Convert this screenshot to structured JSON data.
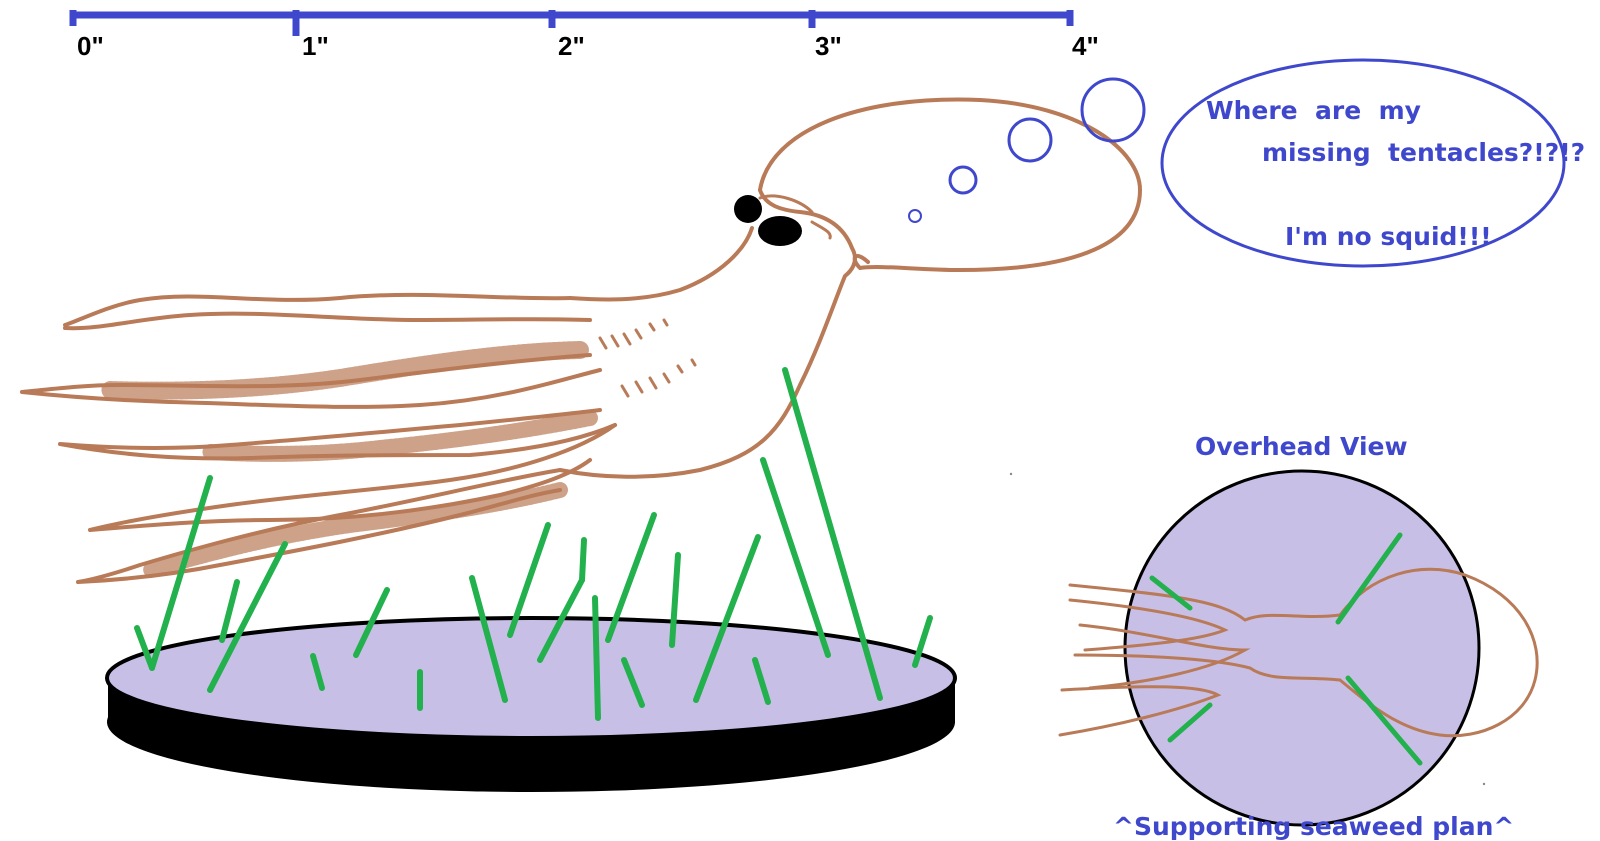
{
  "ruler": {
    "labels": [
      "0\"",
      "1\"",
      "2\"",
      "3\"",
      "4\""
    ],
    "color": "#3f48cc"
  },
  "thought_bubble": {
    "line1": "Where  are  my",
    "line2": "missing  tentacles?!?!?",
    "line3": "I'm no squid!!!"
  },
  "overhead": {
    "title": "Overhead View",
    "caption": "^Supporting seaweed plan^"
  },
  "colors": {
    "octopus_outline": "#b97a57",
    "seaweed": "#22b14c",
    "base_top": "#c8bfe7",
    "base_side": "#000000",
    "text_blue": "#3f48cc"
  },
  "icons": [
    "octopus-drawing",
    "seaweed-base",
    "thought-bubble",
    "overhead-plan"
  ]
}
